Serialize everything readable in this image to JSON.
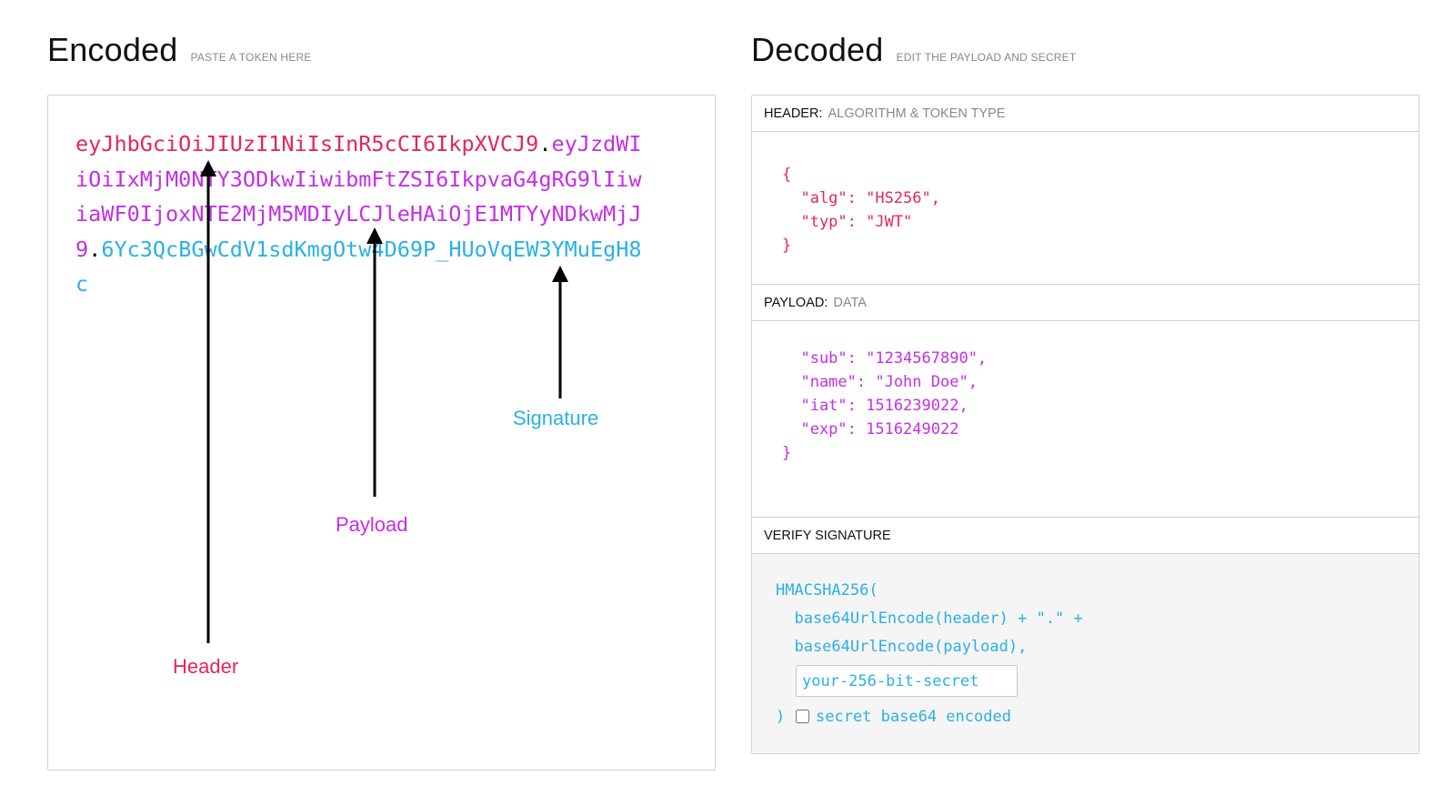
{
  "encoded": {
    "title": "Encoded",
    "subtitle": "PASTE A TOKEN HERE",
    "token": {
      "header": "eyJhbGciOiJIUzI1NiIsInR5cCI6IkpXVCJ9",
      "dot1": ".",
      "payload": "eyJzdWIiOiIxMjM0NTY3ODkwIiwibmFtZSI6IkpvaG4gRG9lIiwiaWF0IjoxNTE2MjM5MDIyLCJleHAiOjE1MTYyNDkwMjJ9",
      "dot2": ".",
      "signature": "6Yc3QcBGwCdV1sdKmgOtw4D69P_HUoVqEW3YMuEgH8c"
    },
    "annotations": {
      "header": "Header",
      "payload": "Payload",
      "signature": "Signature"
    }
  },
  "decoded": {
    "title": "Decoded",
    "subtitle": "EDIT THE PAYLOAD AND SECRET",
    "header_section": {
      "label": "HEADER:",
      "sublabel": "ALGORITHM & TOKEN TYPE",
      "lines": [
        "{",
        "  \"alg\": \"HS256\",",
        "  \"typ\": \"JWT\"",
        "}"
      ]
    },
    "payload_section": {
      "label": "PAYLOAD:",
      "sublabel": "DATA",
      "lines": [
        "  \"sub\": \"1234567890\",",
        "  \"name\": \"John Doe\",",
        "  \"iat\": 1516239022,",
        "  \"exp\": 1516249022",
        "}"
      ]
    },
    "verify_section": {
      "label": "VERIFY SIGNATURE",
      "lines": [
        "HMACSHA256(",
        "  base64UrlEncode(header) + \".\" +",
        "  base64UrlEncode(payload),"
      ],
      "secret_placeholder": "your-256-bit-secret",
      "close_paren": ")",
      "checkbox_label": "secret base64 encoded"
    }
  },
  "colors": {
    "header": "#e8255a",
    "payload": "#c42fe6",
    "signature": "#2ab0e6"
  }
}
